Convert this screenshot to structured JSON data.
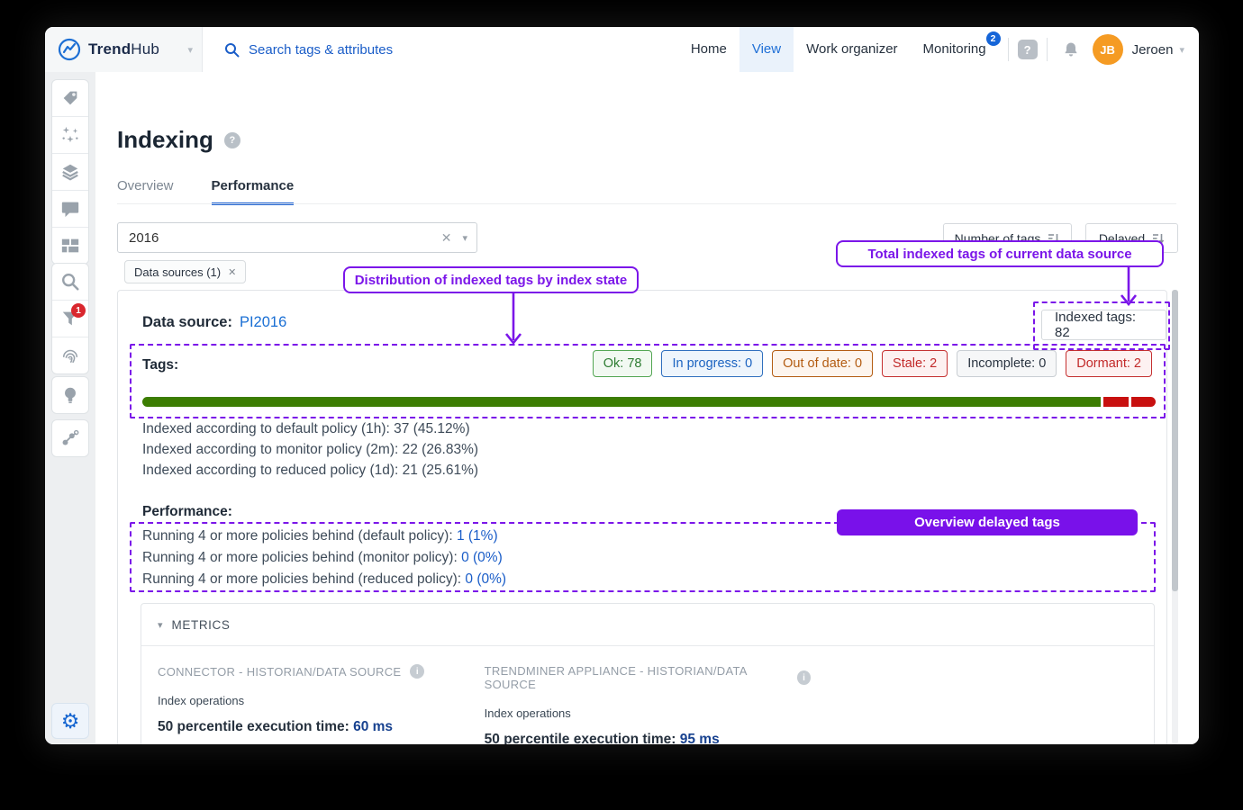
{
  "navbar": {
    "brand": {
      "bold": "Trend",
      "light": "Hub"
    },
    "search_placeholder": "Search tags & attributes",
    "items": [
      {
        "label": "Home"
      },
      {
        "label": "View"
      },
      {
        "label": "Work organizer"
      },
      {
        "label": "Monitoring",
        "badge": "2"
      }
    ],
    "user": {
      "initials": "JB",
      "name": "Jeroen"
    }
  },
  "sidebar": {
    "filter_badge": "1"
  },
  "page": {
    "title": "Indexing",
    "tabs": [
      {
        "label": "Overview"
      },
      {
        "label": "Performance"
      }
    ],
    "filter_value": "2016",
    "filter_chip": "Data sources (1)",
    "sort_buttons": [
      {
        "label": "Number of tags"
      },
      {
        "label": "Delayed"
      }
    ]
  },
  "annotations": {
    "distribution_label": "Distribution of indexed tags by index state",
    "total_indexed_label": "Total indexed tags of current data source",
    "delayed_label": "Overview delayed tags"
  },
  "datasource": {
    "label": "Data source:",
    "name": "PI2016",
    "indexed_tags": "Indexed tags: 82",
    "tags_label": "Tags:",
    "badges": [
      {
        "label": "Ok: 78",
        "state": "ok"
      },
      {
        "label": "In progress: 0",
        "state": "in-progress"
      },
      {
        "label": "Out of date: 0",
        "state": "out-of-date"
      },
      {
        "label": "Stale: 2",
        "state": "stale"
      },
      {
        "label": "Incomplete: 0",
        "state": "incomplete"
      },
      {
        "label": "Dormant: 2",
        "state": "dormant"
      }
    ],
    "bar_segments": [
      {
        "state": "ok",
        "count": 78,
        "pct": 95.12,
        "color": "#3c7d02"
      },
      {
        "state": "stale",
        "count": 2,
        "pct": 2.44,
        "color": "#c8100f"
      },
      {
        "state": "dormant",
        "count": 2,
        "pct": 2.44,
        "color": "#c8100f"
      }
    ],
    "policy_lines": [
      "Indexed according to default policy (1h): 37 (45.12%)",
      "Indexed according to monitor policy (2m): 22 (26.83%)",
      "Indexed according to reduced policy (1d): 21 (25.61%)"
    ],
    "performance_label": "Performance:",
    "performance_lines": [
      {
        "text": "Running 4 or more policies behind (default policy): ",
        "value": "1 (1%)"
      },
      {
        "text": "Running 4 or more policies behind (monitor policy): ",
        "value": "0 (0%)"
      },
      {
        "text": "Running 4 or more policies behind (reduced policy): ",
        "value": "0 (0%)"
      }
    ]
  },
  "metrics": {
    "header": "METRICS",
    "columns": [
      {
        "title": "CONNECTOR - HISTORIAN/DATA SOURCE",
        "subtitle": "Index operations",
        "metric_label": "50 percentile execution time:",
        "metric_value": "60 ms"
      },
      {
        "title": "TRENDMINER APPLIANCE - HISTORIAN/DATA SOURCE",
        "subtitle": "Index operations",
        "metric_label": "50 percentile execution time:",
        "metric_value": "95 ms"
      }
    ]
  },
  "icons": {
    "close": "✕",
    "caret_down": "▾",
    "question": "?",
    "info": "i",
    "gear": "⚙"
  },
  "colors": {
    "accent_blue": "#1a5dc8",
    "annotation_purple": "#7b16e9",
    "bar_green": "#3c7d02",
    "bar_red": "#c8100f",
    "avatar_orange": "#f59b23",
    "monitoring_badge_blue": "#1565d8",
    "filter_badge_red": "#d9272e"
  }
}
